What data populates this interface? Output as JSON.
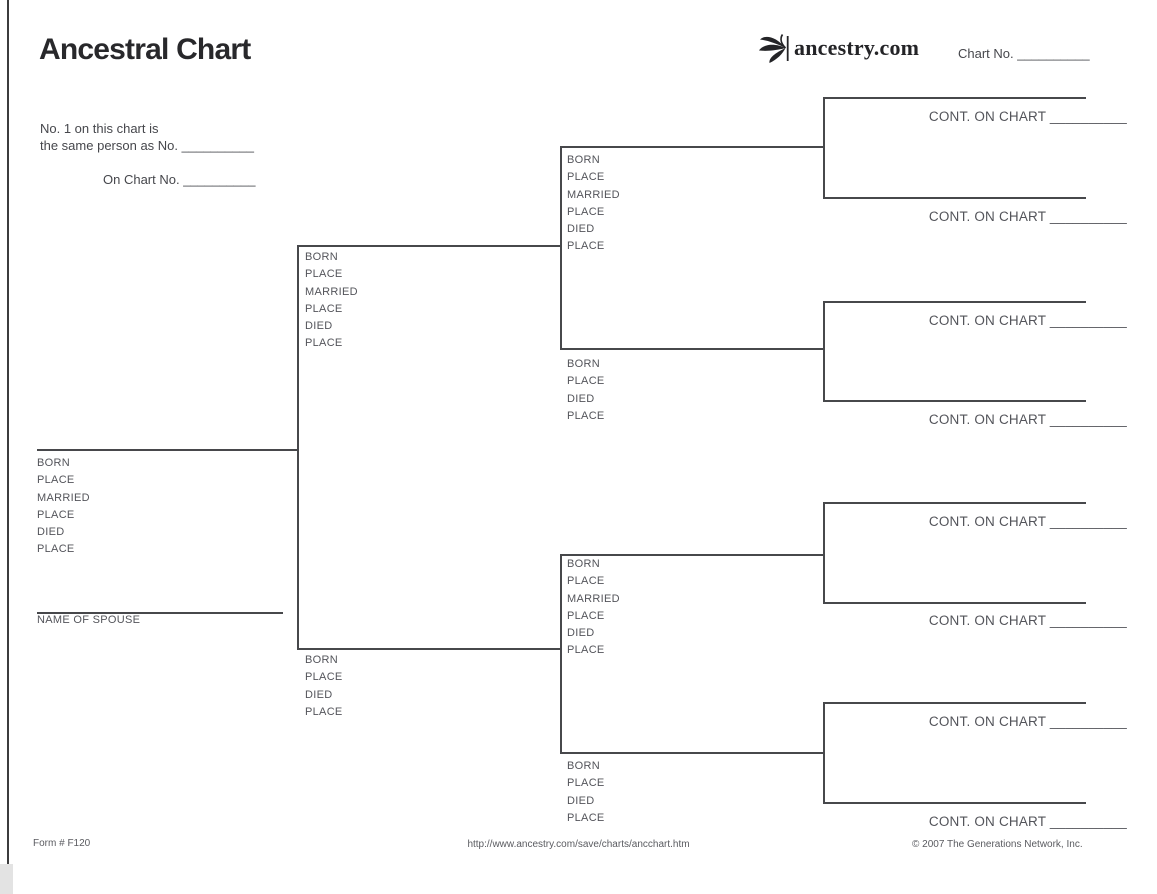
{
  "page": {
    "title": "Ancestral Chart",
    "chart_no": "Chart No. __________",
    "note": {
      "line1": "No. 1 on this chart is",
      "line2": "the same person as No. __________",
      "line3": "On Chart No. __________"
    }
  },
  "logo": {
    "text": "ancestry.com",
    "icon": "ancestry-leaf-icon"
  },
  "field_labels": {
    "full": [
      "BORN",
      "PLACE",
      "MARRIED",
      "PLACE",
      "DIED",
      "PLACE"
    ],
    "short": [
      "BORN",
      "PLACE",
      "DIED",
      "PLACE"
    ],
    "spouse": "NAME OF SPOUSE",
    "cont_on_chart": "CONT. ON CHART __________"
  },
  "footer": {
    "form_number": "Form # F120",
    "url": "http://www.ancestry.com/save/charts/ancchart.htm",
    "copyright": "© 2007 The Generations Network, Inc."
  },
  "colors": {
    "line": "#47484b",
    "label_text": "#53545a",
    "title_text": "#28282b"
  }
}
